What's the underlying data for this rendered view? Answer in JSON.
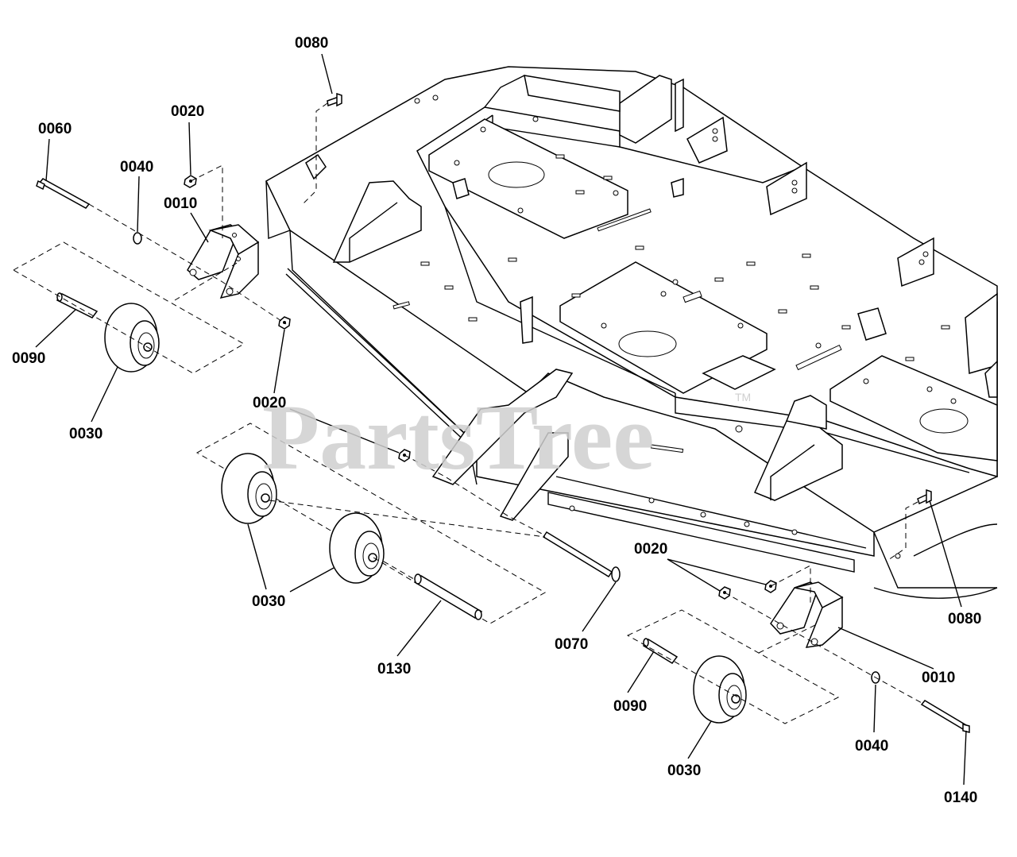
{
  "watermark": {
    "text": "PartsTree",
    "trademark": "TM"
  },
  "callouts": {
    "c0080_top": "0080",
    "c0020_top": "0020",
    "c0060": "0060",
    "c0040_left": "0040",
    "c0010_left": "0010",
    "c0090_left": "0090",
    "c0030_left": "0030",
    "c0020_mid": "0020",
    "c0030_mid": "0030",
    "c0130": "0130",
    "c0070": "0070",
    "c0020_right": "0020",
    "c0080_right": "0080",
    "c0010_right": "0010",
    "c0090_right": "0090",
    "c0030_right": "0030",
    "c0040_right": "0040",
    "c0140": "0140"
  }
}
